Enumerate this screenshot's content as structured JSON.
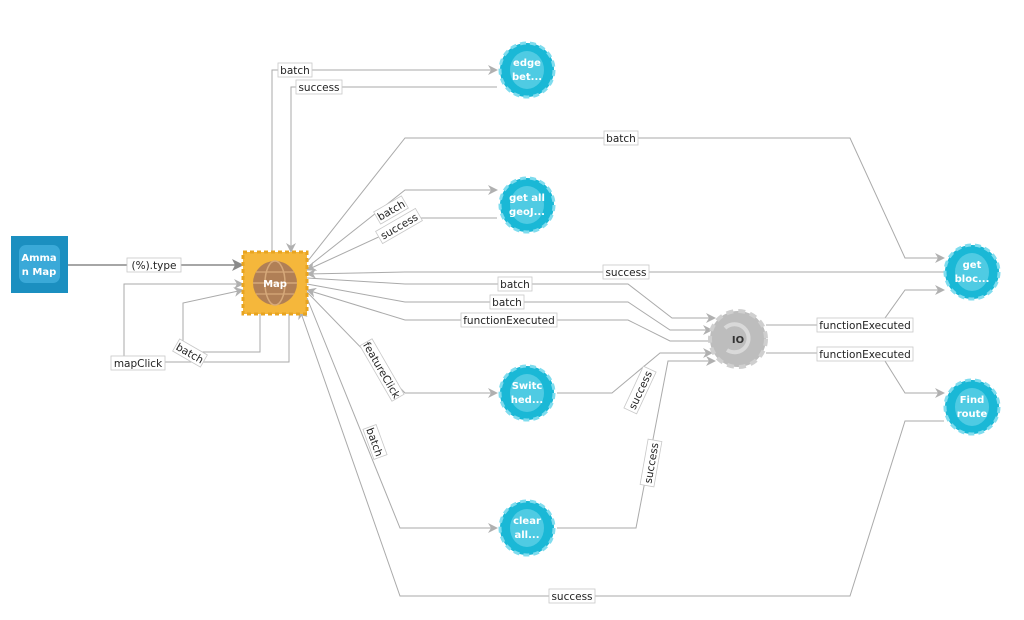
{
  "nodes": {
    "amman": {
      "line1": "Amma",
      "line2": "n Map"
    },
    "map": {
      "label": "Map"
    },
    "edge": {
      "line1": "edge",
      "line2": "bet..."
    },
    "geoj": {
      "line1": "get all",
      "line2": "geoJ..."
    },
    "switched": {
      "line1": "Switc",
      "line2": "hed..."
    },
    "clear": {
      "line1": "clear",
      "line2": "all..."
    },
    "io": {
      "label": "IO"
    },
    "block": {
      "line1": "get",
      "line2": "bloc..."
    },
    "route": {
      "line1": "Find",
      "line2": "route"
    }
  },
  "edges": {
    "type": "(%).type",
    "mapclick": "mapClick",
    "batch_self": "batch",
    "batch_edge": "batch",
    "success_edge": "success",
    "batch_top": "batch",
    "batch_geoj": "batch",
    "success_geoj": "success",
    "success_block": "success",
    "batch_io1": "batch",
    "batch_io2": "batch",
    "fn_io": "functionExecuted",
    "feature_click": "featureClick",
    "batch_clear": "batch",
    "success_switched": "success",
    "success_clear": "success",
    "fn_block": "functionExecuted",
    "fn_route": "functionExecuted",
    "success_bottom": "success"
  },
  "colors": {
    "cyan_node": "#1ab8d6",
    "cyan_dash": "#7fdcee",
    "map_node": "#f5b73b",
    "map_globe": "#b07f56",
    "amman_node": "#1b8fc0",
    "io_node": "#bdbdbd",
    "edge_line": "#aaaaaa"
  }
}
